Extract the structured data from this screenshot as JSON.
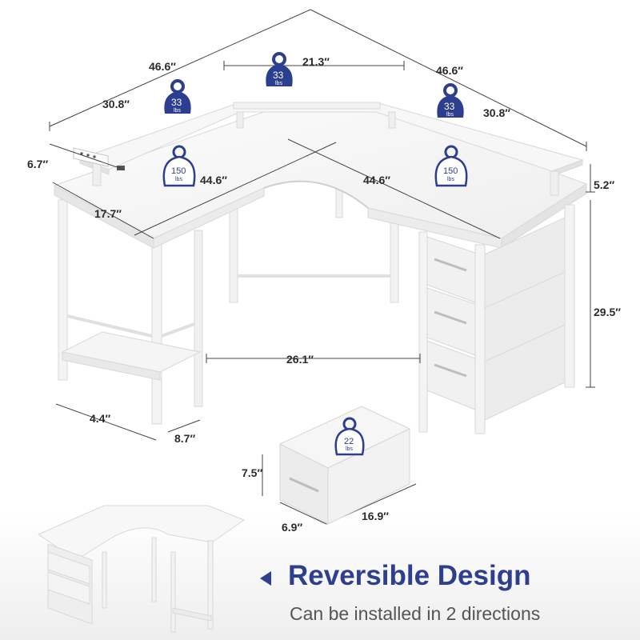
{
  "dimensions": {
    "total_depth_left": "46.6″",
    "total_depth_right": "46.6″",
    "shelf_center": "21.3″",
    "shelf_left": "30.8″",
    "shelf_right": "30.8″",
    "outlet_height": "6.7″",
    "shelf_height": "5.2″",
    "inner_left": "44.6″",
    "inner_right": "44.6″",
    "desk_depth": "17.7″",
    "desk_height": "29.5″",
    "leg_gap": "26.1″",
    "shelf_side_a": "4.4″",
    "shelf_side_b": "8.7″",
    "drawer_height": "7.5″",
    "drawer_width": "6.9″",
    "drawer_depth": "16.9″"
  },
  "weights": {
    "shelf_center": {
      "value": "33",
      "unit": "lbs"
    },
    "shelf_left": {
      "value": "33",
      "unit": "lbs"
    },
    "shelf_right": {
      "value": "33",
      "unit": "lbs"
    },
    "desk_left": {
      "value": "150",
      "unit": "lbs"
    },
    "desk_right": {
      "value": "150",
      "unit": "lbs"
    },
    "drawer": {
      "value": "22",
      "unit": "lbs"
    }
  },
  "footer": {
    "title": "Reversible Design",
    "subtitle": "Can be installed in 2 directions"
  },
  "colors": {
    "accent": "#2f3f8f",
    "badge_fill": "#2c3e8f",
    "desk_white": "#f7f7f7",
    "dim_line": "#444444"
  },
  "icons": {
    "weight": "kettlebell-icon",
    "arrow": "triangle-left-icon",
    "outlet": "power-strip-icon"
  }
}
